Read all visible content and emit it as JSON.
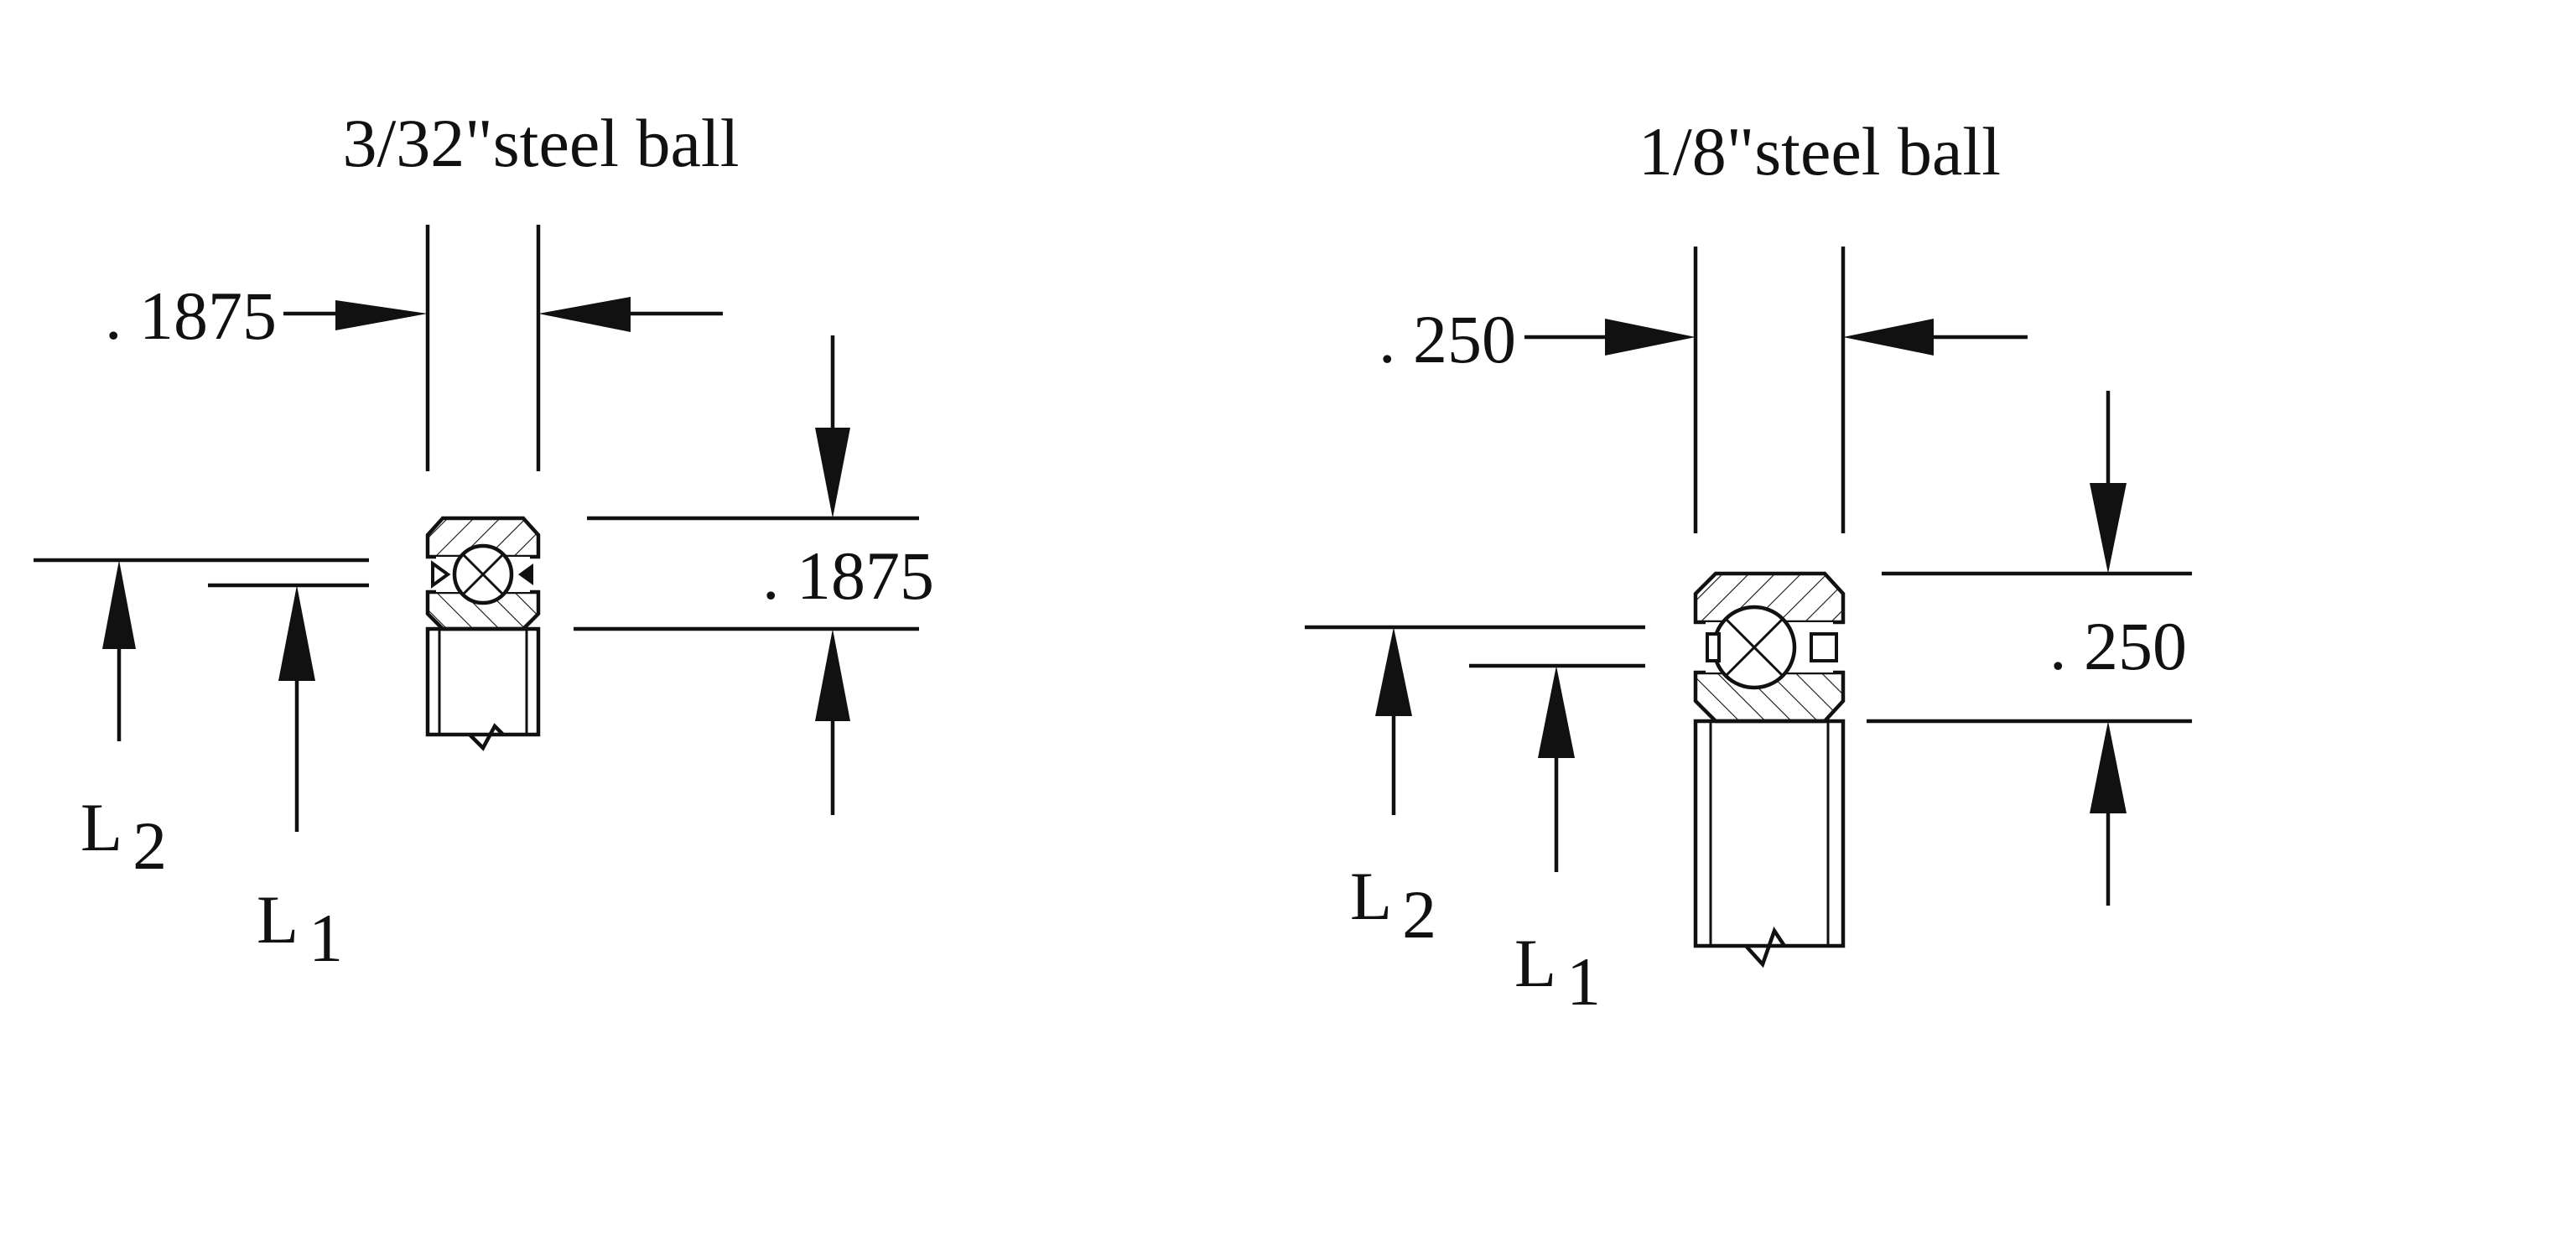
{
  "diagrams": [
    {
      "title": "3/32\"steel ball",
      "width_dim": ". 1875",
      "height_dim": ". 1875",
      "label_l2": "L",
      "label_l2_sub": "2",
      "label_l1": "L",
      "label_l1_sub": "1"
    },
    {
      "title": "1/8\"steel ball",
      "width_dim": ". 250",
      "height_dim": ". 250",
      "label_l2": "L",
      "label_l2_sub": "2",
      "label_l1": "L",
      "label_l1_sub": "1"
    }
  ],
  "colors": {
    "ink": "#111111",
    "background": "#ffffff"
  }
}
